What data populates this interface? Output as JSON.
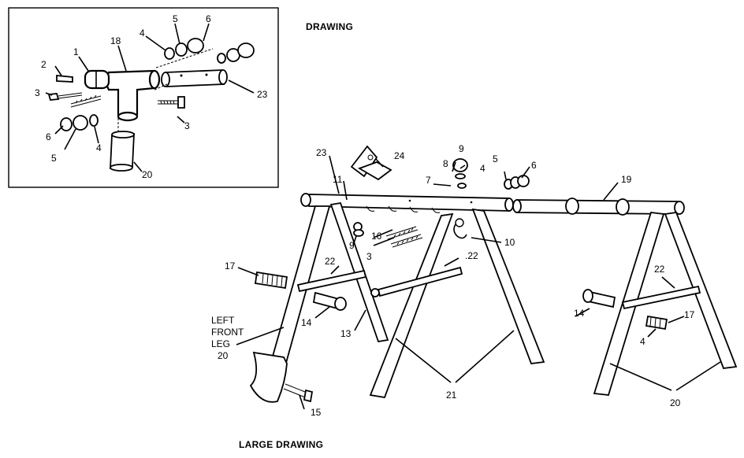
{
  "captions": {
    "drawing": "DRAWING",
    "large_drawing": "LARGE DRAWING"
  },
  "inset_callouts": [
    "1",
    "2",
    "3",
    "18",
    "4",
    "5",
    "6",
    "23",
    "3",
    "6",
    "5",
    "4",
    "20"
  ],
  "main_callouts": [
    "23",
    "11",
    "24",
    "9",
    "8",
    "7",
    "5",
    "4",
    "6",
    "19",
    "9",
    "16",
    "3",
    "10",
    ".22",
    "17",
    "22",
    "14",
    "13",
    "15",
    "21",
    "22",
    "14",
    "17",
    "4",
    "20"
  ],
  "leg_label": [
    "LEFT",
    "FRONT",
    "LEG",
    "20"
  ]
}
